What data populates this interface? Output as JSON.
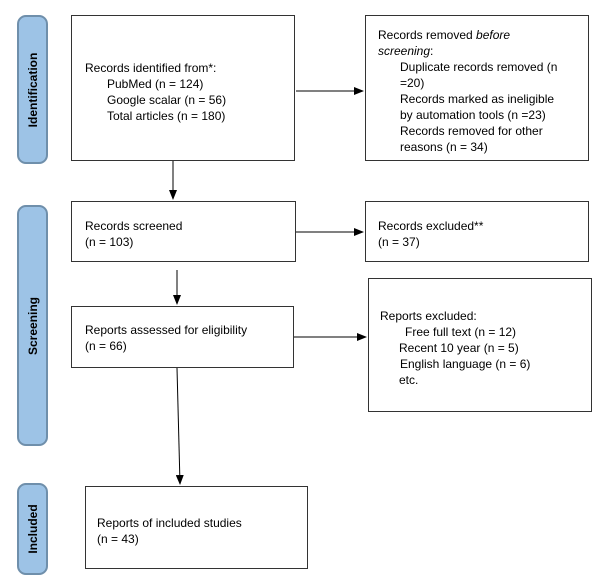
{
  "phases": {
    "identification": "Identification",
    "screening": "Screening",
    "included": "Included"
  },
  "identified": {
    "title": "Records identified from*:",
    "items": [
      "PubMed (n = 124)",
      "Google scalar (n = 56)",
      "Total articles (n = 180)"
    ]
  },
  "removed": {
    "title_prefix": "Records removed ",
    "title_em": "before",
    "title_em2": "screening",
    "title_suffix": ":",
    "lines": [
      "Duplicate records removed (n",
      "=20)",
      "Records marked as ineligible",
      "by automation tools (n =23)",
      "Records removed for other",
      "reasons (n = 34)"
    ]
  },
  "screened": {
    "title": "Records screened",
    "count": "(n = 103)"
  },
  "excluded": {
    "title": "Records excluded**",
    "count": "(n = 37)"
  },
  "assessed": {
    "title": "Reports assessed for eligibility",
    "count": "(n = 66)"
  },
  "reports_excluded": {
    "title": "Reports excluded:",
    "items": [
      "Free full text (n = 12)",
      "Recent 10 year (n = 5)",
      "English language (n = 6)",
      "etc."
    ]
  },
  "included": {
    "title": "Reports of included studies",
    "count": "(n = 43)"
  }
}
